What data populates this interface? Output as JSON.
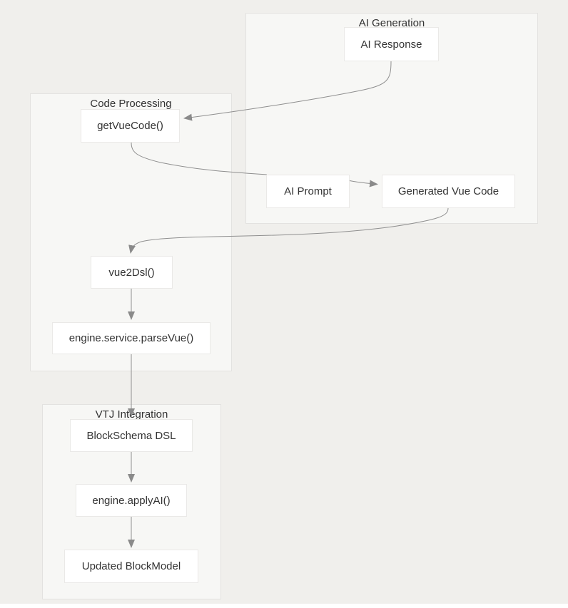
{
  "diagram": {
    "type": "flowchart",
    "subgraphs": {
      "ai_generation": {
        "title": "AI Generation"
      },
      "code_processing": {
        "title": "Code Processing"
      },
      "vtj_integration": {
        "title": "VTJ Integration"
      }
    },
    "nodes": {
      "ai_response": {
        "label": "AI Response",
        "group": "AI Generation"
      },
      "get_vue_code": {
        "label": "getVueCode()",
        "group": "Code Processing"
      },
      "ai_prompt": {
        "label": "AI Prompt",
        "group": "AI Generation"
      },
      "generated_vue_code": {
        "label": "Generated Vue Code",
        "group": "AI Generation"
      },
      "vue2dsl": {
        "label": "vue2Dsl()",
        "group": "Code Processing"
      },
      "parse_vue": {
        "label": "engine.service.parseVue()",
        "group": "Code Processing"
      },
      "block_schema": {
        "label": "BlockSchema DSL",
        "group": "VTJ Integration"
      },
      "apply_ai": {
        "label": "engine.applyAI()",
        "group": "VTJ Integration"
      },
      "updated_block_model": {
        "label": "Updated BlockModel",
        "group": "VTJ Integration"
      }
    },
    "edges": [
      {
        "from": "ai_response",
        "to": "get_vue_code"
      },
      {
        "from": "get_vue_code",
        "to": "ai_prompt"
      },
      {
        "from": "ai_prompt",
        "to": "generated_vue_code"
      },
      {
        "from": "generated_vue_code",
        "to": "vue2dsl"
      },
      {
        "from": "vue2dsl",
        "to": "parse_vue"
      },
      {
        "from": "parse_vue",
        "to": "block_schema"
      },
      {
        "from": "block_schema",
        "to": "apply_ai"
      },
      {
        "from": "apply_ai",
        "to": "updated_block_model"
      }
    ],
    "colors": {
      "page_background": "#f0efec",
      "subgraph_fill": "#f7f7f5",
      "subgraph_border": "#e3e2e0",
      "node_fill": "#ffffff",
      "node_border": "#eae9e7",
      "edge_stroke": "#8f8f8f",
      "text": "#333333"
    }
  }
}
